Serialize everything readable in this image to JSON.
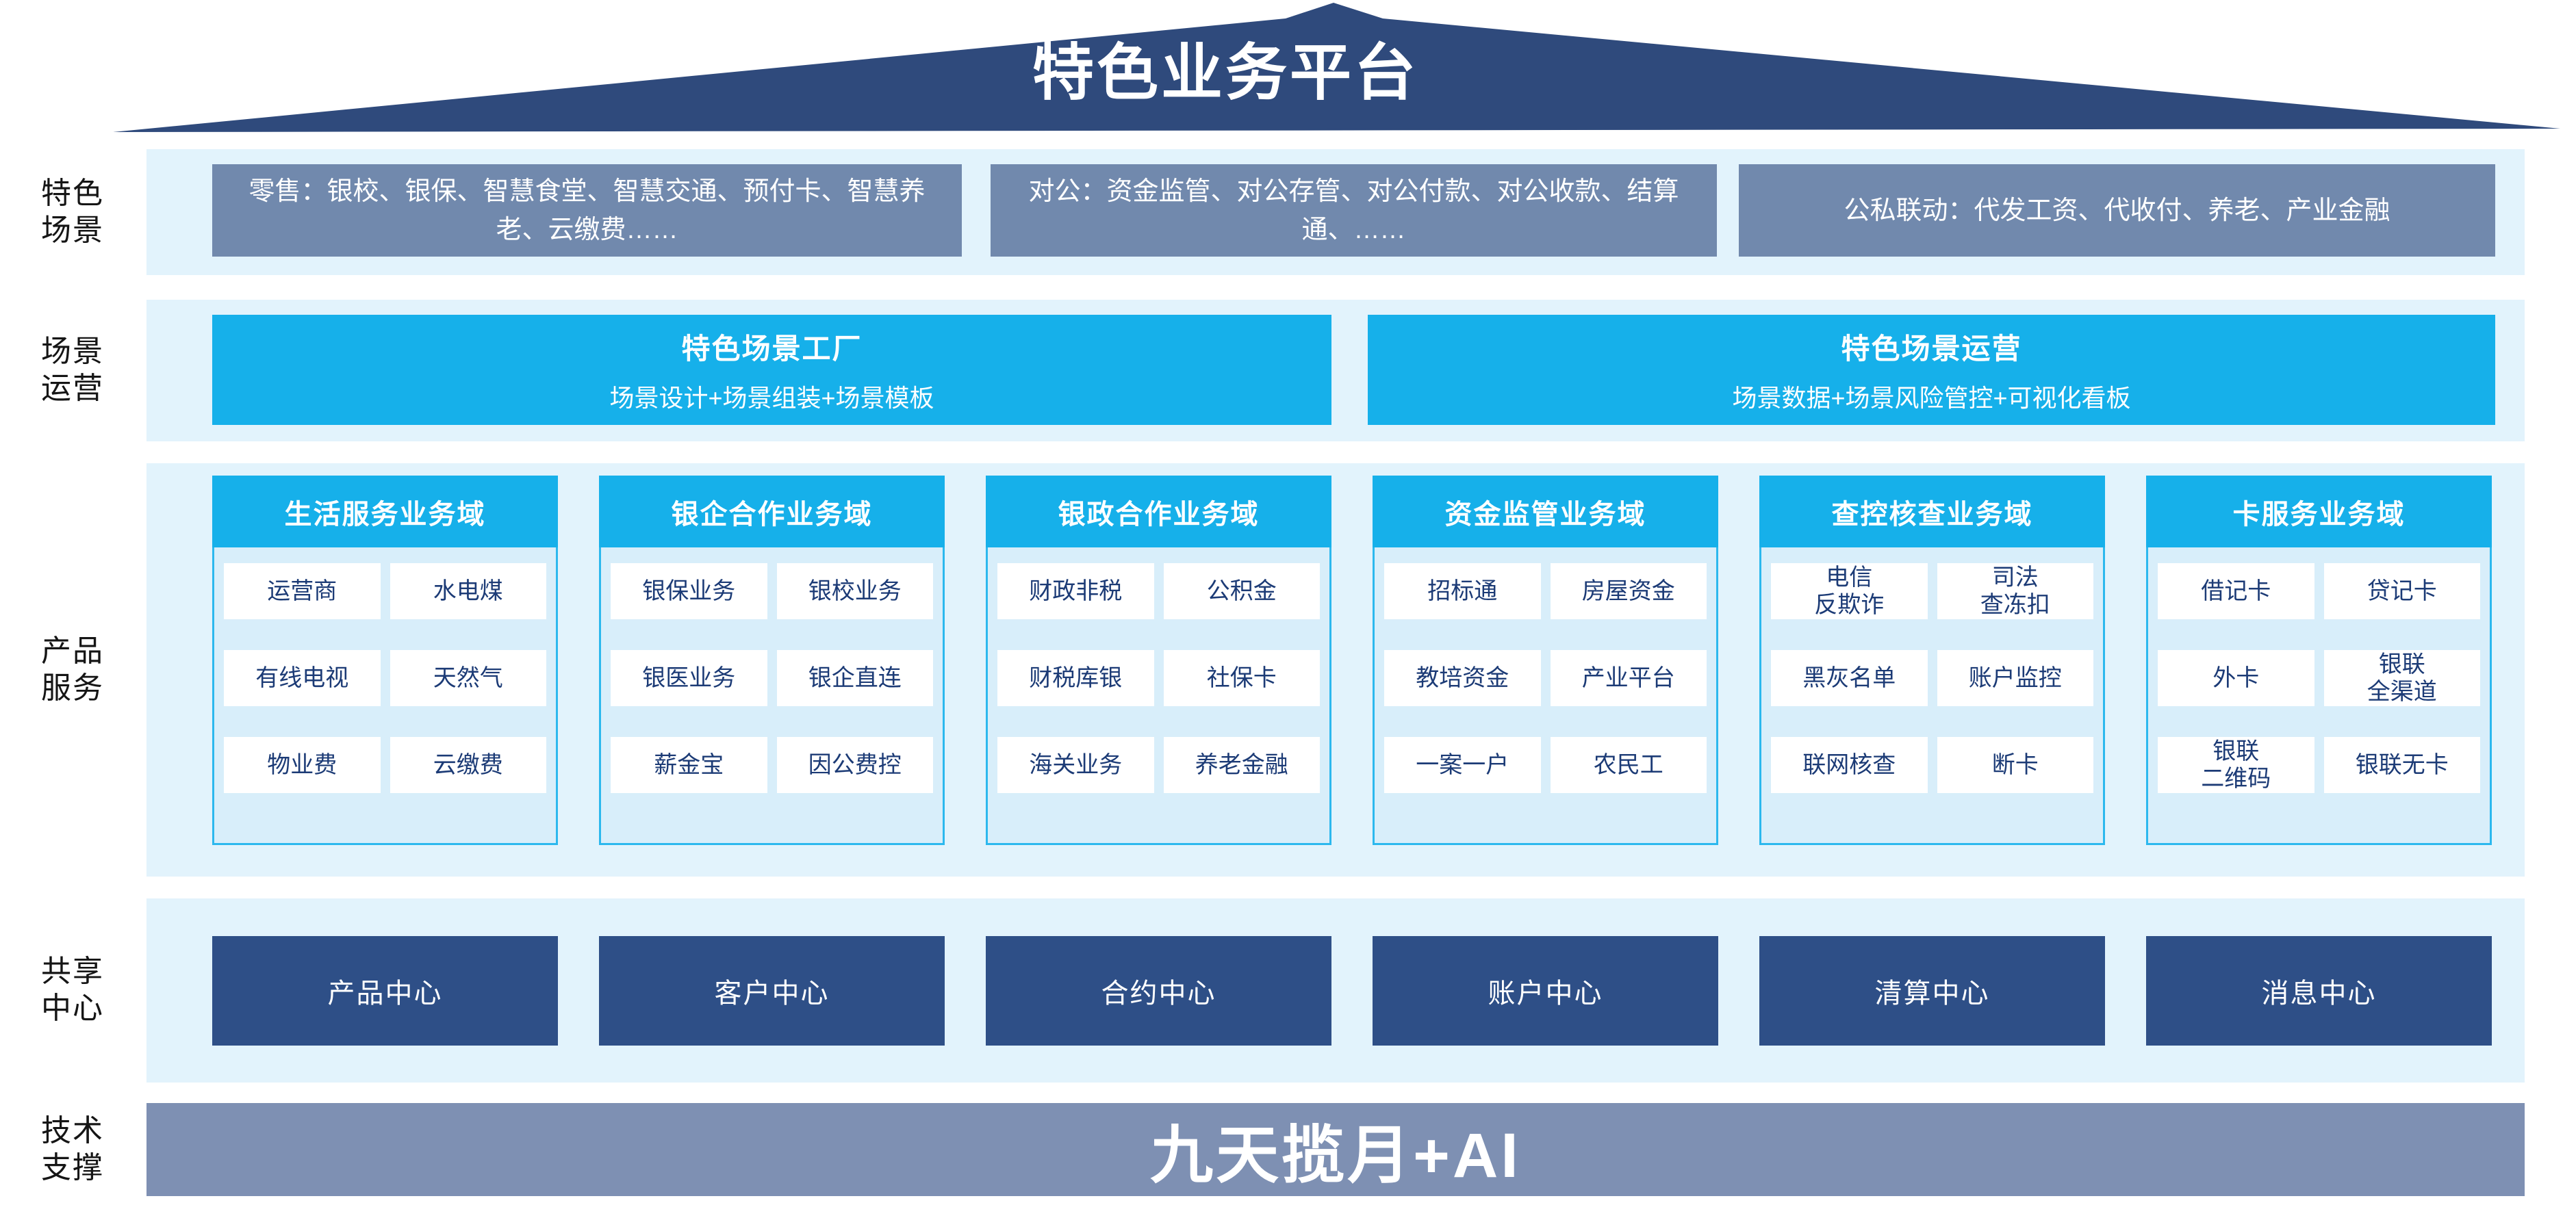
{
  "roof": {
    "title": "特色业务平台"
  },
  "side_labels": [
    {
      "lines": [
        "特色",
        "场景"
      ]
    },
    {
      "lines": [
        "场景",
        "运营"
      ]
    },
    {
      "lines": [
        "产品",
        "服务"
      ]
    },
    {
      "lines": [
        "共享",
        "中心"
      ]
    },
    {
      "lines": [
        "技术",
        "支撑"
      ]
    }
  ],
  "scenario_row": {
    "boxes": [
      {
        "text": "零售：银校、银保、智慧食堂、智慧交通、预付卡、智慧养老、云缴费……"
      },
      {
        "text": "对公：资金监管、对公存管、对公付款、对公收款、结算通、……"
      },
      {
        "text": "公私联动：代发工资、代收付、养老、产业金融"
      }
    ]
  },
  "operation_row": {
    "boxes": [
      {
        "title": "特色场景工厂",
        "subtitle": "场景设计+场景组装+场景模板"
      },
      {
        "title": "特色场景运营",
        "subtitle": "场景数据+场景风险管控+可视化看板"
      }
    ]
  },
  "product_row": {
    "columns": [
      {
        "header": "生活服务业务域",
        "cells": [
          {
            "lines": [
              "运营商"
            ]
          },
          {
            "lines": [
              "水电煤"
            ]
          },
          {
            "lines": [
              "有线电视"
            ]
          },
          {
            "lines": [
              "天然气"
            ]
          },
          {
            "lines": [
              "物业费"
            ]
          },
          {
            "lines": [
              "云缴费"
            ]
          }
        ]
      },
      {
        "header": "银企合作业务域",
        "cells": [
          {
            "lines": [
              "银保业务"
            ]
          },
          {
            "lines": [
              "银校业务"
            ]
          },
          {
            "lines": [
              "银医业务"
            ]
          },
          {
            "lines": [
              "银企直连"
            ]
          },
          {
            "lines": [
              "薪金宝"
            ]
          },
          {
            "lines": [
              "因公费控"
            ]
          }
        ]
      },
      {
        "header": "银政合作业务域",
        "cells": [
          {
            "lines": [
              "财政非税"
            ]
          },
          {
            "lines": [
              "公积金"
            ]
          },
          {
            "lines": [
              "财税库银"
            ]
          },
          {
            "lines": [
              "社保卡"
            ]
          },
          {
            "lines": [
              "海关业务"
            ]
          },
          {
            "lines": [
              "养老金融"
            ]
          }
        ]
      },
      {
        "header": "资金监管业务域",
        "cells": [
          {
            "lines": [
              "招标通"
            ]
          },
          {
            "lines": [
              "房屋资金"
            ]
          },
          {
            "lines": [
              "教培资金"
            ]
          },
          {
            "lines": [
              "产业平台"
            ]
          },
          {
            "lines": [
              "一案一户"
            ]
          },
          {
            "lines": [
              "农民工"
            ]
          }
        ]
      },
      {
        "header": "查控核查业务域",
        "cells": [
          {
            "lines": [
              "电信",
              "反欺诈"
            ]
          },
          {
            "lines": [
              "司法",
              "查冻扣"
            ]
          },
          {
            "lines": [
              "黑灰名单"
            ]
          },
          {
            "lines": [
              "账户监控"
            ]
          },
          {
            "lines": [
              "联网核查"
            ]
          },
          {
            "lines": [
              "断卡"
            ]
          }
        ]
      },
      {
        "header": "卡服务业务域",
        "cells": [
          {
            "lines": [
              "借记卡"
            ]
          },
          {
            "lines": [
              "贷记卡"
            ]
          },
          {
            "lines": [
              "外卡"
            ]
          },
          {
            "lines": [
              "银联",
              "全渠道"
            ]
          },
          {
            "lines": [
              "银联",
              "二维码"
            ]
          },
          {
            "lines": [
              "银联无卡"
            ]
          }
        ]
      }
    ]
  },
  "center_row": {
    "boxes": [
      "产品中心",
      "客户中心",
      "合约中心",
      "账户中心",
      "清算中心",
      "消息中心"
    ]
  },
  "tech_row": {
    "label": "九天揽月+AI"
  },
  "colors": {
    "roof_navy": "#2F4A7C",
    "scenario_box_blue_gray": "#7189AD",
    "band_light_blue": "#E2F3FC",
    "accent_cyan": "#16B0EA",
    "panel_bg": "#D8EEFA",
    "panel_border": "#2CB8EE",
    "cell_text_navy": "#1C3B76",
    "center_box_navy": "#2E4F87",
    "tech_bar_gray_blue": "#7E90B3"
  }
}
